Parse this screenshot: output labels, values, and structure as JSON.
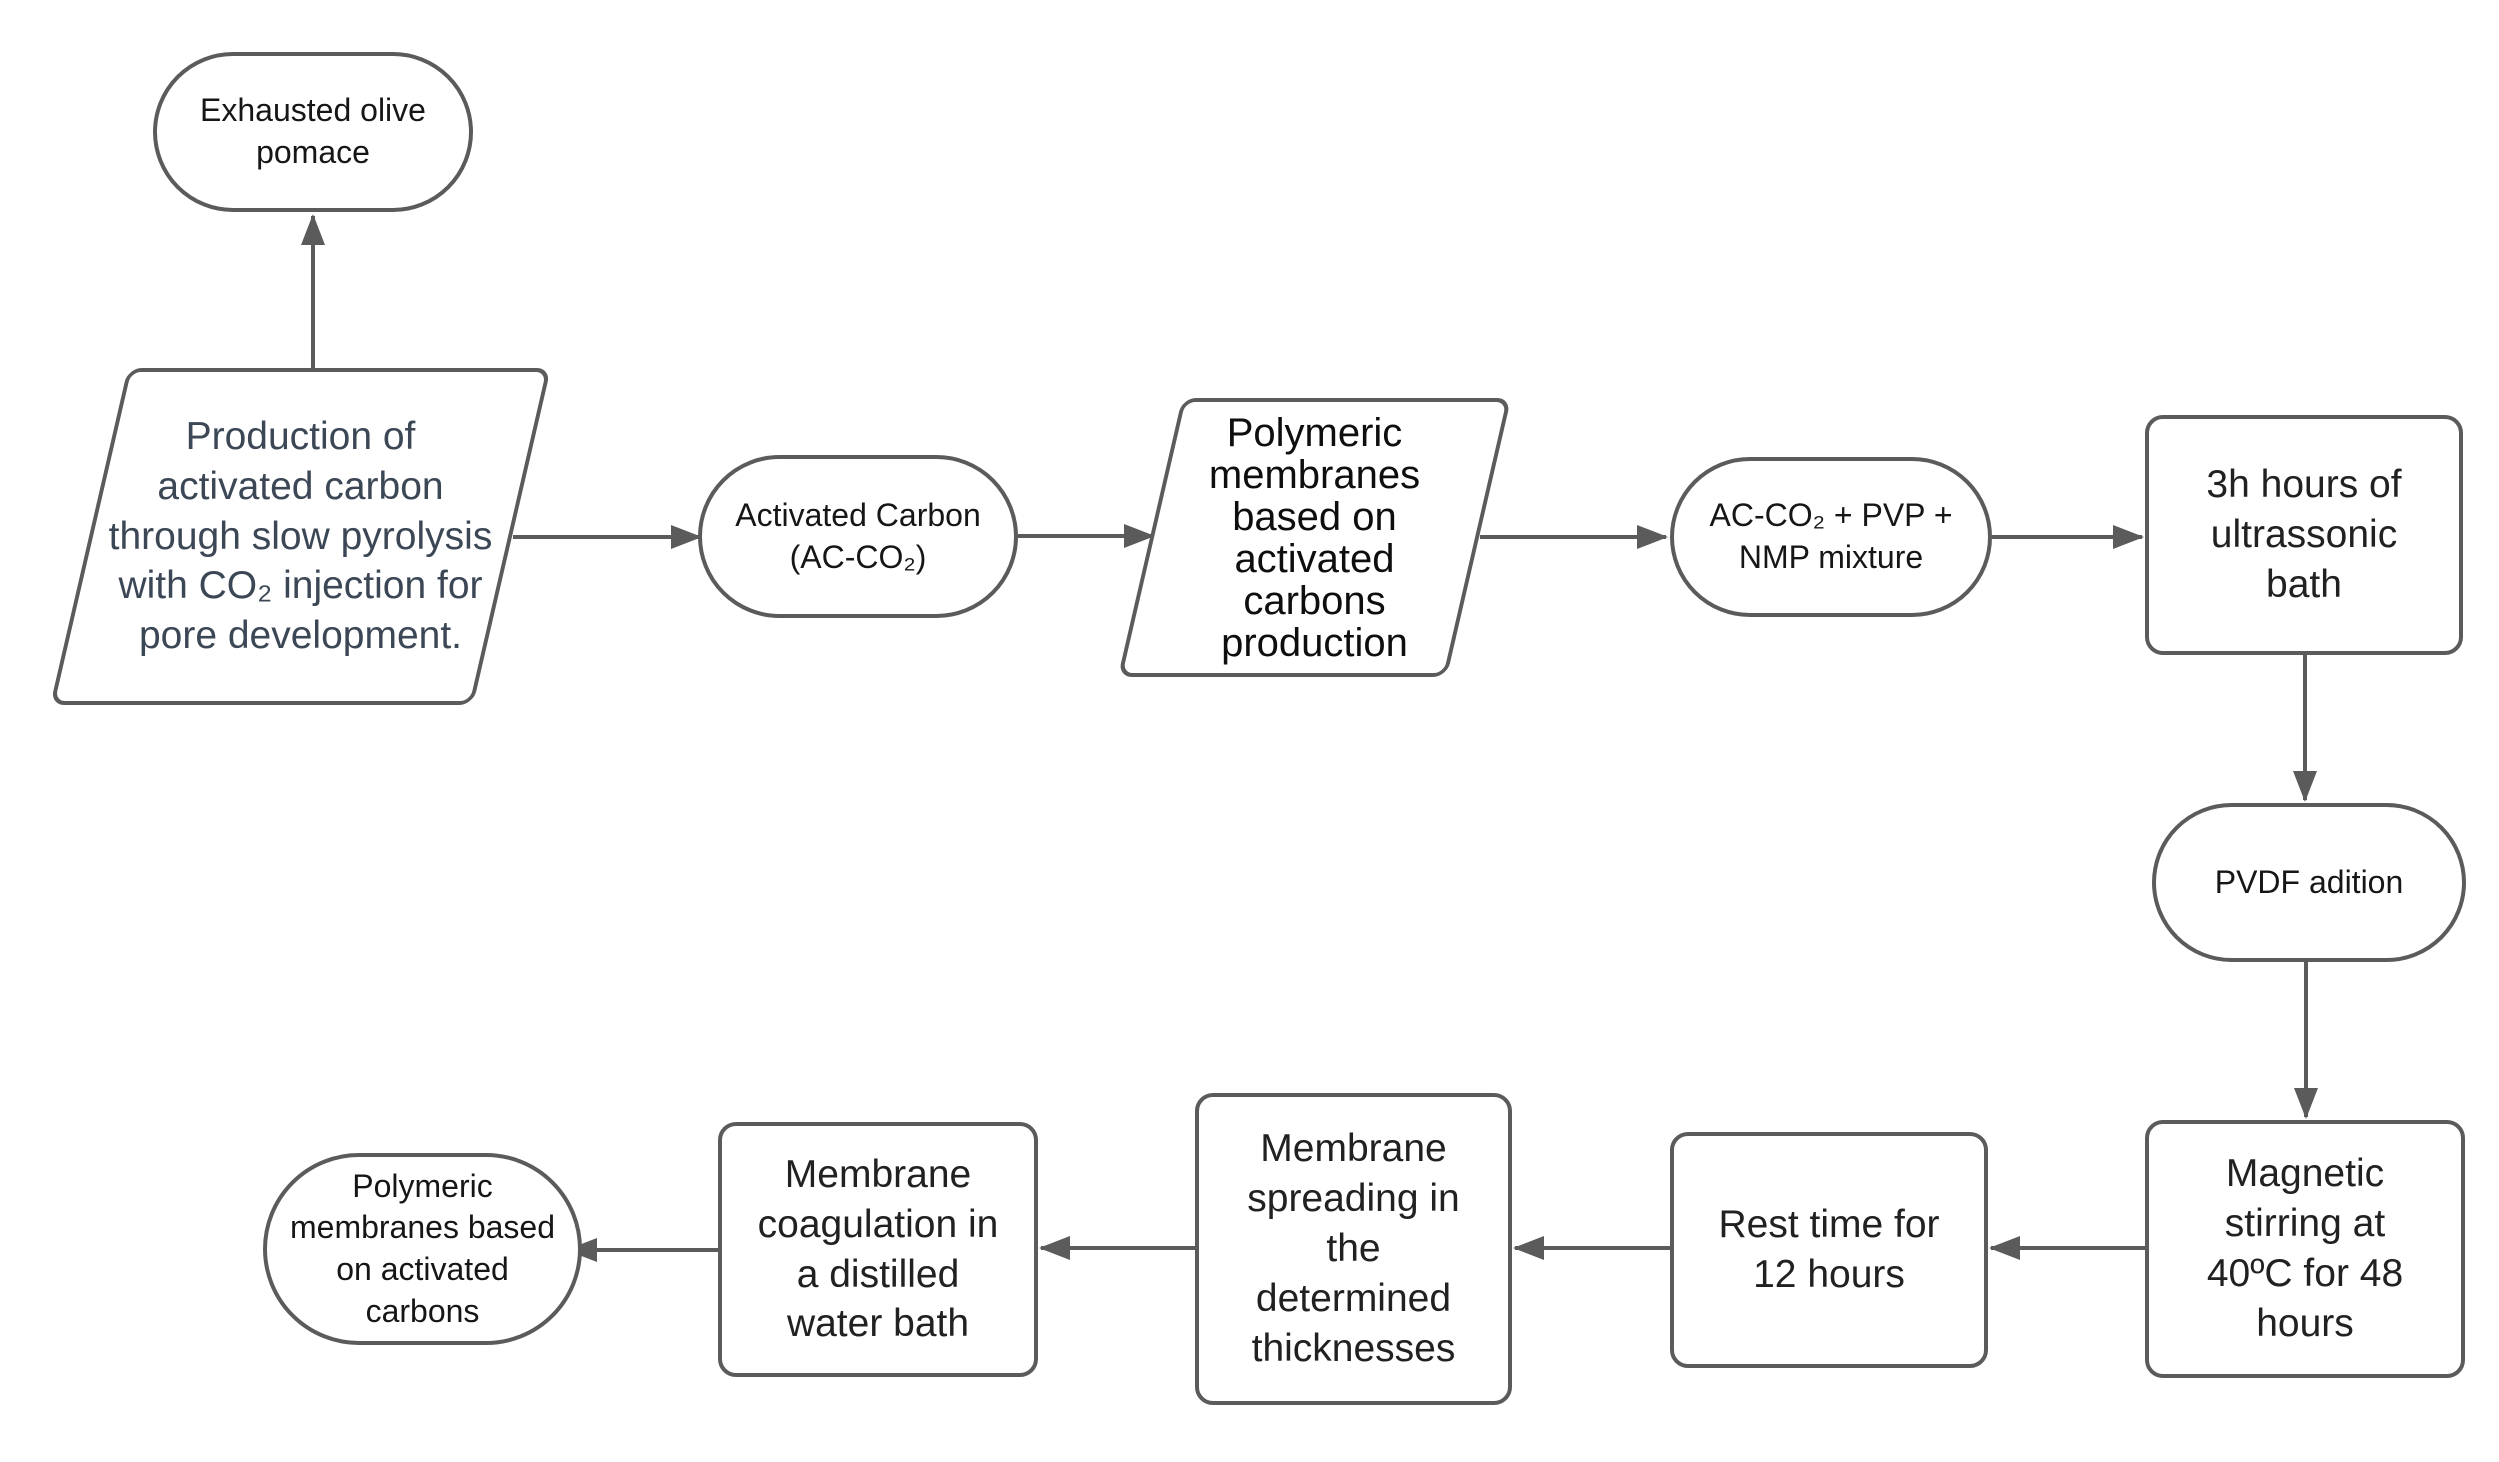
{
  "diagram": {
    "type": "flowchart",
    "background_color": "#ffffff",
    "stroke_color": "#5b5b5b",
    "text_color": "#1b1b1b",
    "accent_text_color": "#3c4756",
    "nodes": {
      "exhausted_olive_pomace": {
        "shape": "stadium",
        "label": "Exhausted olive\npomace"
      },
      "production_activated_carbon": {
        "shape": "parallelogram",
        "label": "Production of\nactivated carbon\nthrough slow pyrolysis\nwith CO₂ injection for\npore development."
      },
      "activated_carbon": {
        "shape": "stadium",
        "label": "Activated Carbon\n(AC-CO₂)"
      },
      "polymeric_membranes_production": {
        "shape": "parallelogram",
        "label": "Polymeric\nmembranes\nbased on\nactivated\ncarbons\nproduction"
      },
      "ac_pvp_nmp_mixture": {
        "shape": "stadium",
        "label": "AC-CO₂ + PVP +\nNMP mixture"
      },
      "ultrasonic_bath": {
        "shape": "rectangle",
        "label": "3h hours of\nultrassonic\nbath"
      },
      "pvdf_addition": {
        "shape": "stadium",
        "label": "PVDF adition"
      },
      "magnetic_stirring": {
        "shape": "rectangle",
        "label": "Magnetic\nstirring at\n40ºC for 48\nhours"
      },
      "rest_time": {
        "shape": "rectangle",
        "label": "Rest time for\n12 hours"
      },
      "membrane_spreading": {
        "shape": "rectangle",
        "label": "Membrane\nspreading in\nthe\ndetermined\nthicknesses"
      },
      "membrane_coagulation": {
        "shape": "rectangle",
        "label": "Membrane\ncoagulation in\na distilled\nwater bath"
      },
      "polymeric_membranes_final": {
        "shape": "stadium",
        "label": "Polymeric\nmembranes based\non activated\ncarbons"
      }
    },
    "edges": [
      {
        "from": "production_activated_carbon",
        "to": "exhausted_olive_pomace",
        "direction": "up"
      },
      {
        "from": "production_activated_carbon",
        "to": "activated_carbon",
        "direction": "right"
      },
      {
        "from": "activated_carbon",
        "to": "polymeric_membranes_production",
        "direction": "right"
      },
      {
        "from": "polymeric_membranes_production",
        "to": "ac_pvp_nmp_mixture",
        "direction": "right"
      },
      {
        "from": "ac_pvp_nmp_mixture",
        "to": "ultrasonic_bath",
        "direction": "right"
      },
      {
        "from": "ultrasonic_bath",
        "to": "pvdf_addition",
        "direction": "down"
      },
      {
        "from": "pvdf_addition",
        "to": "magnetic_stirring",
        "direction": "down"
      },
      {
        "from": "magnetic_stirring",
        "to": "rest_time",
        "direction": "left"
      },
      {
        "from": "rest_time",
        "to": "membrane_spreading",
        "direction": "left"
      },
      {
        "from": "membrane_spreading",
        "to": "membrane_coagulation",
        "direction": "left"
      },
      {
        "from": "membrane_coagulation",
        "to": "polymeric_membranes_final",
        "direction": "left"
      }
    ]
  }
}
